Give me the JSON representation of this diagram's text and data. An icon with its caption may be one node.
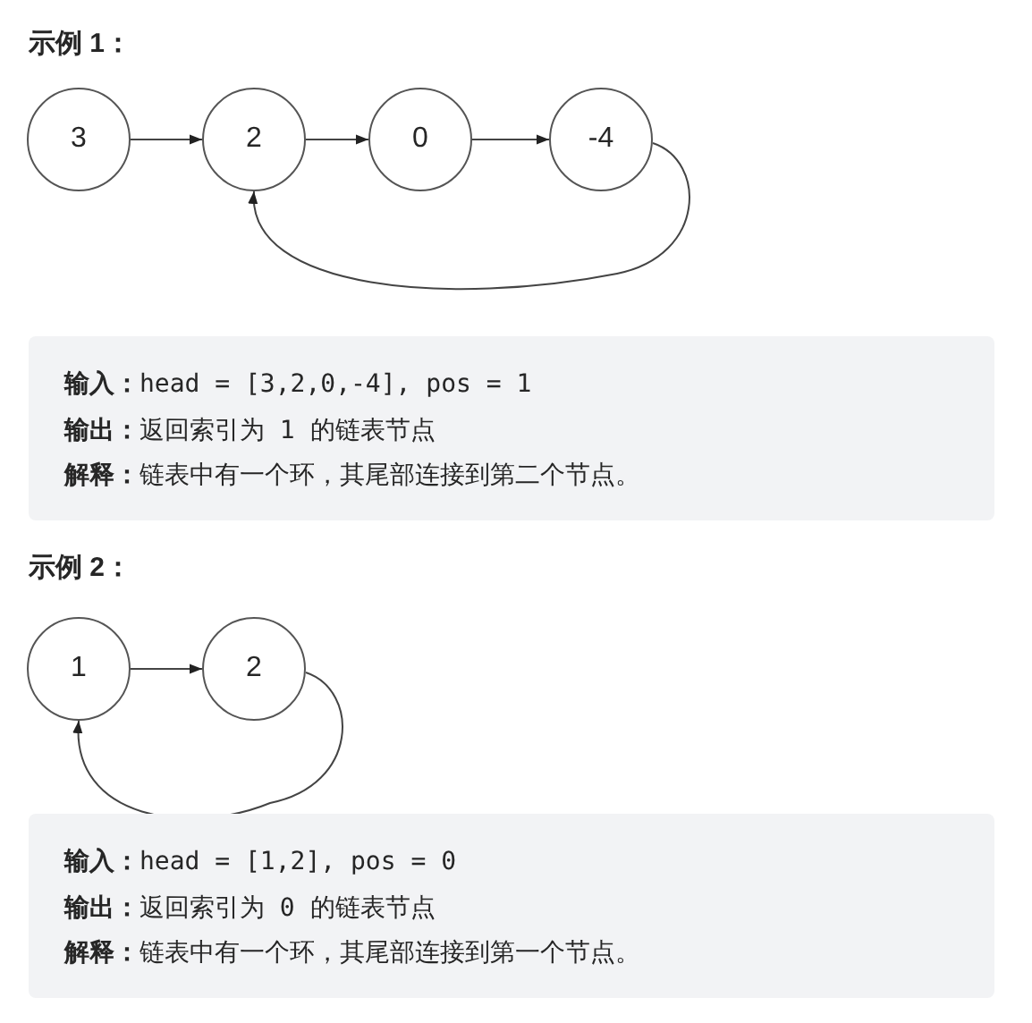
{
  "diagram": {
    "nodes": [
      {
        "text": [
          "3"
        ]
      },
      {
        "text": [
          "2"
        ]
      },
      {
        "text": [
          "0"
        ]
      },
      {
        "text": [
          "-4"
        ]
      },
      {
        "text": [
          "**输入：**head = [3,2,0,-4], pos = 1",
          "**输出：**返回索引为 1 的链表节点",
          "**解释：**链表中有一个环，其尾部连接到第二个节点。"
        ]
      },
      {
        "text": [
          "1"
        ]
      },
      {
        "text": [
          "2"
        ]
      },
      {
        "text": [
          "**输入：**head = [1,2], pos = 0",
          "**输出：**返回索引为 0 的链表节点",
          "**解释：**链表中有一个环，其尾部连接到第一个节点。"
        ]
      }
    ],
    "edges": [
      {
        "from": 0,
        "to": 1,
        "arrow": "to"
      },
      {
        "from": 1,
        "to": 2,
        "arrow": "to"
      },
      {
        "from": 2,
        "to": 3,
        "arrow": "to"
      },
      {
        "from": 3,
        "to": 1,
        "arrow": "to"
      },
      {
        "from": 5,
        "to": 6,
        "arrow": "to"
      },
      {
        "from": 6,
        "to": 5,
        "arrow": "to"
      }
    ],
    "labels": [
      "示例 1：",
      "示例 2："
    ]
  }
}
